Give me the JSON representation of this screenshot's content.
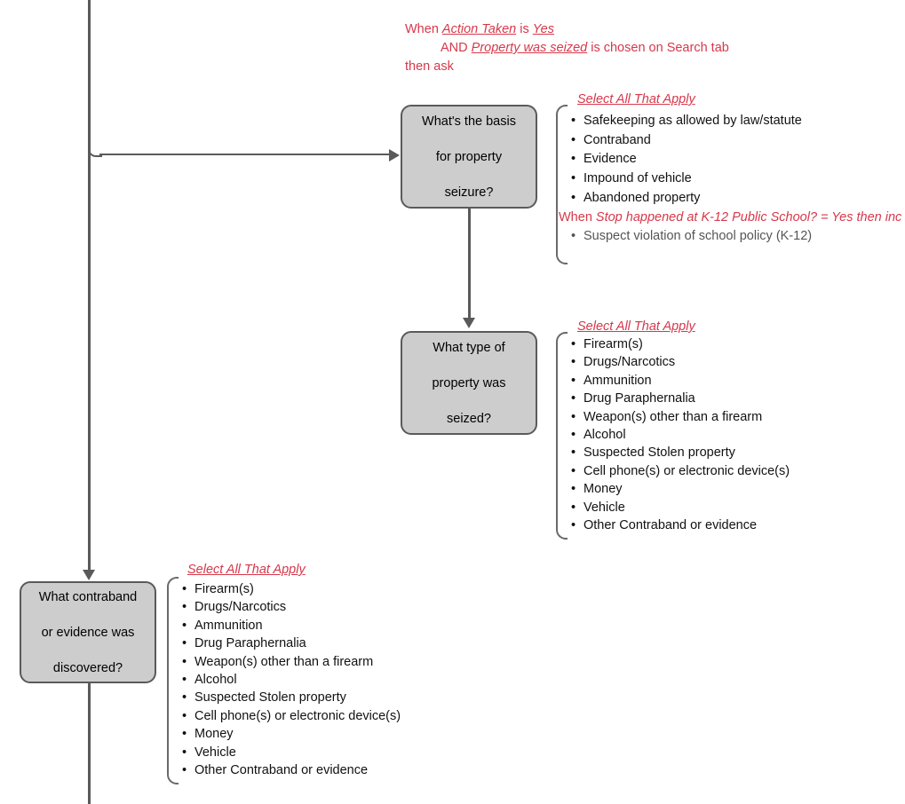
{
  "diagram": {
    "title": "Property Seizure / Contraband Discovery Flow",
    "colors": {
      "box_fill": "#cdcdcd",
      "box_border": "#5a5a5a",
      "connector": "#5a5a5a",
      "annotation_red": "#d6384a",
      "bracket": "#6a6a6a",
      "muted_text": "#555555"
    }
  },
  "top_condition": {
    "line1_prefix": "When ",
    "line1_field": "Action Taken",
    "line1_mid": " is ",
    "line1_value": "Yes",
    "line2_prefix": "AND ",
    "line2_field": "Property was seized",
    "line2_suffix": " is chosen on Search tab",
    "line3": "then ask"
  },
  "nodes": [
    {
      "id": "basis-for-seizure",
      "line1": "What's the basis",
      "line2": "for property",
      "line3": "seizure?"
    },
    {
      "id": "type-of-property",
      "line1": "What type of",
      "line2": "property was",
      "line3": "seized?"
    },
    {
      "id": "contraband-discovered",
      "line1": "What contraband",
      "line2": "or evidence was",
      "line3": "discovered?"
    }
  ],
  "option_groups": [
    {
      "id": "basis-options",
      "title": "Select All That Apply",
      "items": [
        "Safekeeping as allowed by law/statute",
        "Contraband",
        "Evidence",
        "Impound of vehicle",
        "Abandoned property"
      ],
      "conditional_note": {
        "prefix": "When ",
        "field": "Stop happened at K-12 Public School?",
        "suffix": " = Yes then inc"
      },
      "conditional_items": [
        "Suspect violation of school policy (K-12)"
      ]
    },
    {
      "id": "property-seized-options",
      "title": "Select All That Apply",
      "items": [
        "Firearm(s)",
        "Drugs/Narcotics",
        "Ammunition",
        "Drug Paraphernalia",
        "Weapon(s) other than a firearm",
        "Alcohol",
        "Suspected Stolen property",
        "Cell phone(s) or electronic device(s)",
        "Money",
        "Vehicle",
        "Other Contraband or evidence"
      ]
    },
    {
      "id": "contraband-discovered-options",
      "title": "Select All That Apply",
      "items": [
        "Firearm(s)",
        "Drugs/Narcotics",
        "Ammunition",
        "Drug Paraphernalia",
        "Weapon(s) other than a firearm",
        "Alcohol",
        "Suspected Stolen property",
        "Cell phone(s) or electronic device(s)",
        "Money",
        "Vehicle",
        "Other Contraband or evidence"
      ]
    }
  ]
}
